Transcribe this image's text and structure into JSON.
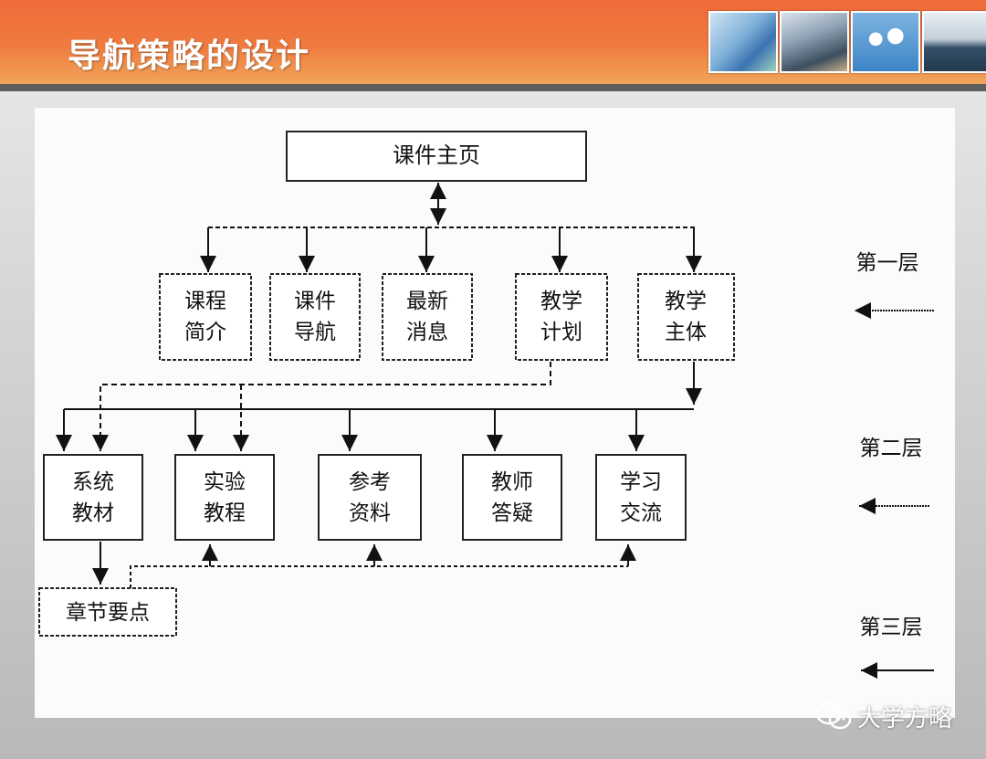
{
  "slide": {
    "title": "导航策略的设计",
    "watermark": "大学方略"
  },
  "diagram": {
    "root": "课件主页",
    "level1": [
      [
        "课程",
        "简介"
      ],
      [
        "课件",
        "导航"
      ],
      [
        "最新",
        "消息"
      ],
      [
        "教学",
        "计划"
      ],
      [
        "教学",
        "主体"
      ]
    ],
    "level2": [
      [
        "系统",
        "教材"
      ],
      [
        "实验",
        "教程"
      ],
      [
        "参考",
        "资料"
      ],
      [
        "教师",
        "答疑"
      ],
      [
        "学习",
        "交流"
      ]
    ],
    "level3": "章节要点",
    "layer_labels": [
      "第一层",
      "第二层",
      "第三层"
    ]
  }
}
